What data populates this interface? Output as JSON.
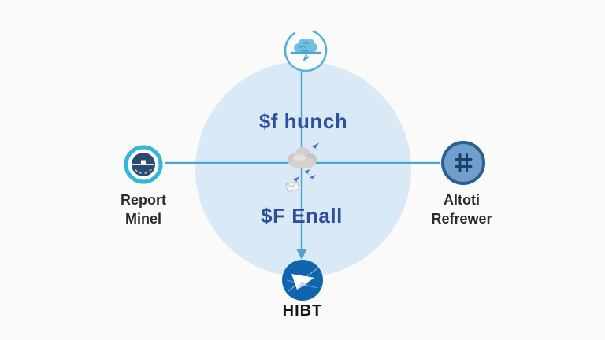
{
  "colors": {
    "background": "#fafaf9",
    "center_circle": "#d9e9f5",
    "connector_line": "#4aa6d0",
    "top_ring": "#56b1d7",
    "brain_icon": "#49a7d2",
    "left_ring": "#33b6d9",
    "left_inner": "#2a4b70",
    "right_fill": "#6f9fca",
    "right_border": "#2c5d93",
    "right_glyph": "#1e3f69",
    "bottom_fill": "#1164ae",
    "center_label_text": "#2e4f9f",
    "node_label_text": "#2b2b2b",
    "cloud_gray": "#d0cdca",
    "bird_blue": "#3f6fb5"
  },
  "diagram": {
    "center_label_top": "$f hunch",
    "center_label_bottom": "$F Enall",
    "top_node": {
      "icon": "brain-icon"
    },
    "left_node": {
      "icon": "gauge-icon",
      "label_line1": "Report",
      "label_line2": "Minel"
    },
    "right_node": {
      "icon": "hash-icon",
      "label_line1": "Altoti",
      "label_line2": "Refrewer"
    },
    "bottom_node": {
      "icon": "paper-plane-icon",
      "label": "HIBT"
    },
    "center_node": {
      "icon": "cloud-icon"
    }
  }
}
